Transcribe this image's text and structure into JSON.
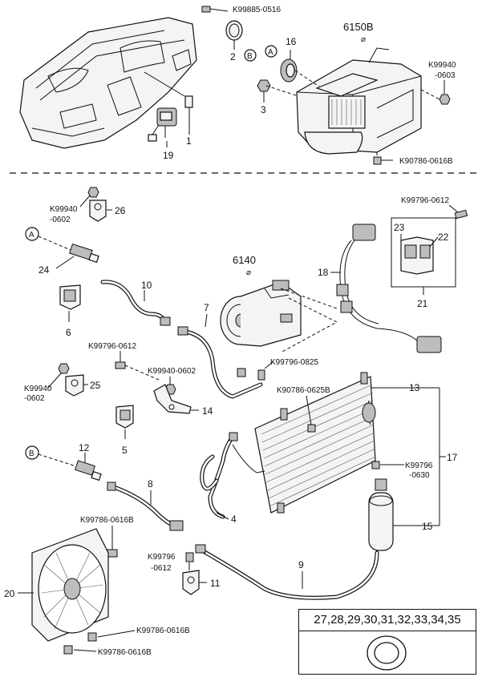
{
  "groups": {
    "heater_unit": "6150B",
    "compressor": "6140"
  },
  "callouts": {
    "c1": "1",
    "c2": "2",
    "c3": "3",
    "c4": "4",
    "c5": "5",
    "c6": "6",
    "c7": "7",
    "c8": "8",
    "c9": "9",
    "c10": "10",
    "c11": "11",
    "c12": "12",
    "c13": "13",
    "c14": "14",
    "c15": "15",
    "c16": "16",
    "c17": "17",
    "c18": "18",
    "c19": "19",
    "c20": "20",
    "c21": "21",
    "c22": "22",
    "c23": "23",
    "c24": "24",
    "c25": "25",
    "c26": "26"
  },
  "markers": {
    "a": "A",
    "b": "B"
  },
  "fasteners": {
    "k99885_0516": "K99885-0516",
    "k99940_0603_a": "K99940",
    "k99940_0603_b": "-0603",
    "k90786_0616b_top": "K90786-0616B",
    "k99940_0602_top_a": "K99940",
    "k99940_0602_top_b": "-0602",
    "k99796_0612_right": "K99796-0612",
    "k99796_0612_mid": "K99796-0612",
    "k99940_0602_mid": "K99940-0602",
    "k99796_0825": "K99796-0825",
    "k99940_0602_left_a": "K99940",
    "k99940_0602_left_b": "-0602",
    "k90786_0625b": "K90786-0625B",
    "k99796_0630_a": "K99796",
    "k99796_0630_b": "-0630",
    "k99786_0616b_fan": "K99786-0616B",
    "k99796_0612_low_a": "K99796",
    "k99796_0612_low_b": "-0612",
    "k99786_0616b_low1": "K99786-0616B",
    "k99786_0616b_low2": "K99786-0616B"
  },
  "ref_box": {
    "header": "27,28,29,30,31,32,33,34,35"
  }
}
